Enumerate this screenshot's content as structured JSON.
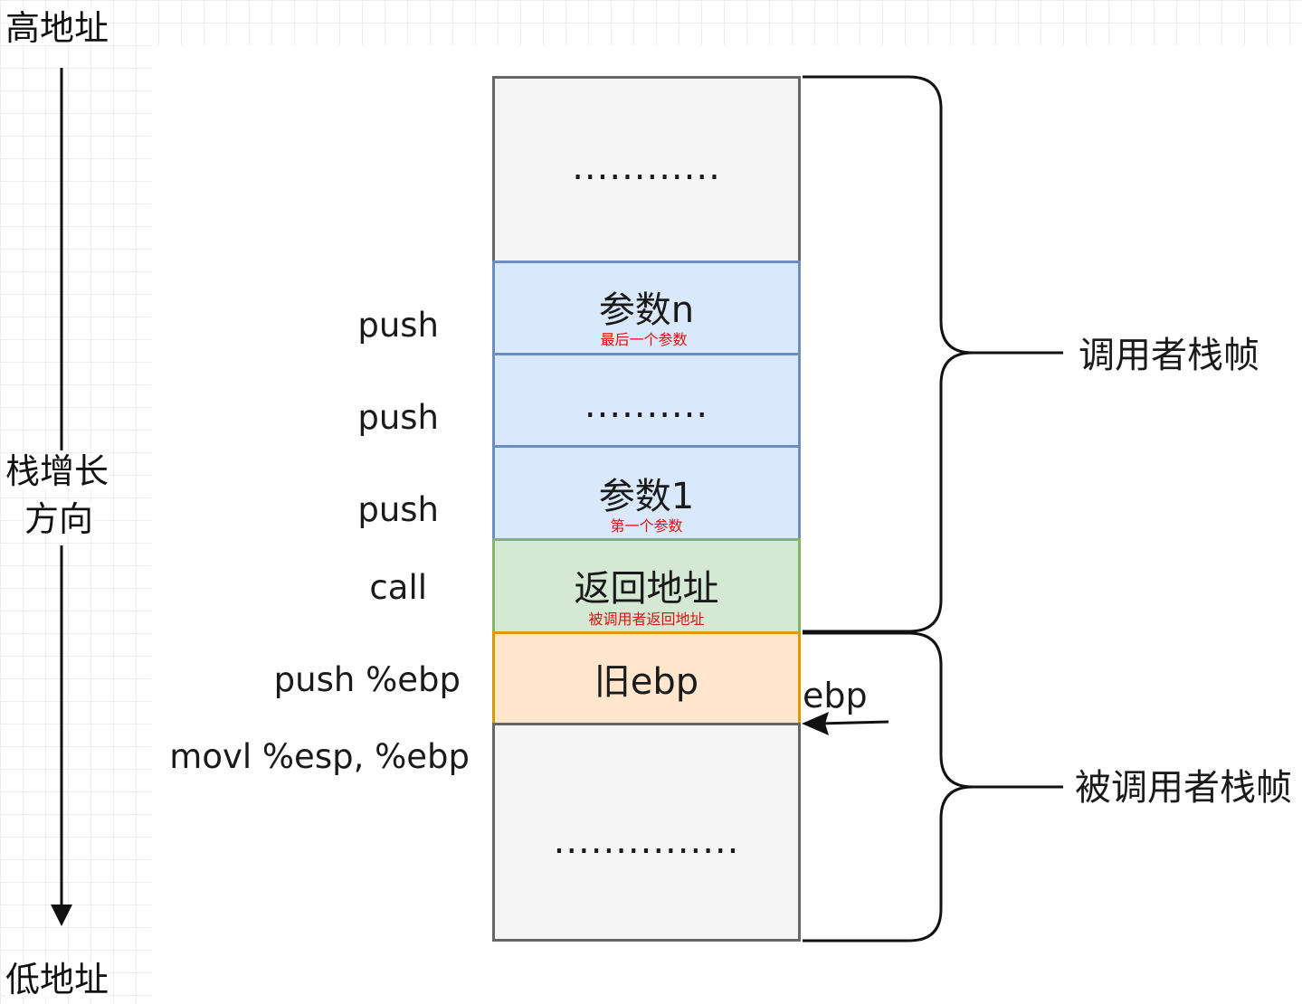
{
  "axis": {
    "top_label": "高地址",
    "middle_label_line1": "栈增长",
    "middle_label_line2": "方向",
    "bottom_label": "低地址"
  },
  "stack_cells": [
    {
      "main": "............",
      "sub": ""
    },
    {
      "main": "参数n",
      "sub": "最后一个参数"
    },
    {
      "main": "..........",
      "sub": ""
    },
    {
      "main": "参数1",
      "sub": "第一个参数"
    },
    {
      "main": "返回地址",
      "sub": "被调用者返回地址"
    },
    {
      "main": "旧ebp",
      "sub": ""
    },
    {
      "main": "...............",
      "sub": ""
    }
  ],
  "instructions": {
    "push_1": "push",
    "push_2": "push",
    "push_3": "push",
    "call": "call",
    "push_ebp": "push %ebp",
    "movl": "movl %esp, %ebp"
  },
  "ebp_pointer": {
    "label": "ebp"
  },
  "braces": {
    "caller_frame": "调用者栈帧",
    "callee_frame": "被调用者栈帧"
  },
  "colors": {
    "grey_fill": "#f5f5f5",
    "grey_stroke": "#666666",
    "blue_fill": "#dae8fc",
    "blue_stroke": "#6c8ebf",
    "green_fill": "#d5e8d4",
    "green_stroke": "#82b366",
    "orange_fill": "#ffe6cc",
    "orange_stroke": "#d79b00",
    "annotation_red": "#e01010"
  }
}
